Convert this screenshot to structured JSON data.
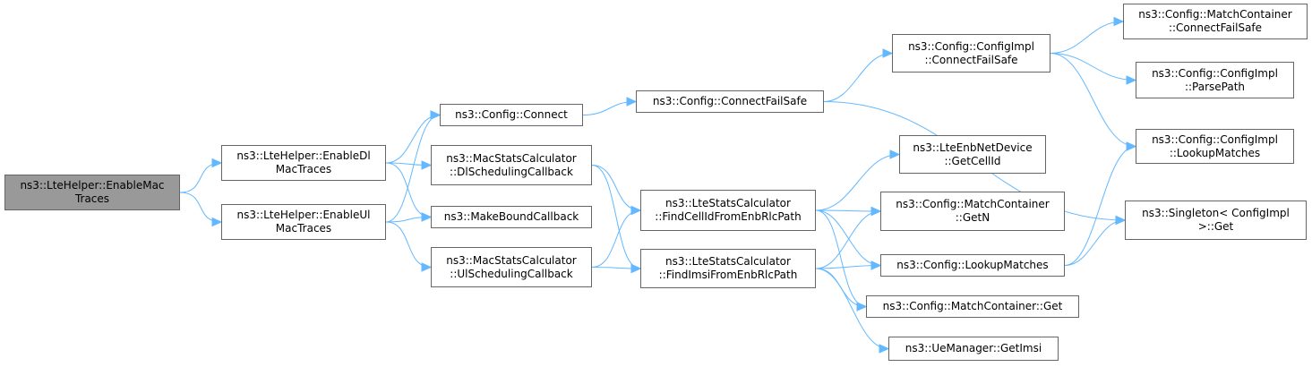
{
  "colors": {
    "edge": "#63b8ff",
    "border": "#666666",
    "root_fill": "#999999",
    "node_fill": "#ffffff"
  },
  "nodes": {
    "enable_mac_traces": {
      "lines": [
        "ns3::LteHelper::EnableMac",
        "Traces"
      ]
    },
    "enable_dl_mac_traces": {
      "lines": [
        "ns3::LteHelper::EnableDl",
        "MacTraces"
      ]
    },
    "enable_ul_mac_traces": {
      "lines": [
        "ns3::LteHelper::EnableUl",
        "MacTraces"
      ]
    },
    "config_connect": {
      "lines": [
        "ns3::Config::Connect"
      ]
    },
    "dl_scheduling_callback": {
      "lines": [
        "ns3::MacStatsCalculator",
        "::DlSchedulingCallback"
      ]
    },
    "make_bound_callback": {
      "lines": [
        "ns3::MakeBoundCallback"
      ]
    },
    "ul_scheduling_callback": {
      "lines": [
        "ns3::MacStatsCalculator",
        "::UlSchedulingCallback"
      ]
    },
    "config_connect_failsafe": {
      "lines": [
        "ns3::Config::ConnectFailSafe"
      ]
    },
    "find_cellid": {
      "lines": [
        "ns3::LteStatsCalculator",
        "::FindCellIdFromEnbRlcPath"
      ]
    },
    "find_imsi": {
      "lines": [
        "ns3::LteStatsCalculator",
        "::FindImsiFromEnbRlcPath"
      ]
    },
    "configimpl_connect_failsafe": {
      "lines": [
        "ns3::Config::ConfigImpl",
        "::ConnectFailSafe"
      ]
    },
    "enb_get_cellid": {
      "lines": [
        "ns3::LteEnbNetDevice",
        "::GetCellId"
      ]
    },
    "matchcontainer_getn": {
      "lines": [
        "ns3::Config::MatchContainer",
        "::GetN"
      ]
    },
    "config_lookup_matches": {
      "lines": [
        "ns3::Config::LookupMatches"
      ]
    },
    "matchcontainer_get": {
      "lines": [
        "ns3::Config::MatchContainer::Get"
      ]
    },
    "uemanager_getimsi": {
      "lines": [
        "ns3::UeManager::GetImsi"
      ]
    },
    "matchcontainer_connect_failsafe": {
      "lines": [
        "ns3::Config::MatchContainer",
        "::ConnectFailSafe"
      ]
    },
    "configimpl_parsepath": {
      "lines": [
        "ns3::Config::ConfigImpl",
        "::ParsePath"
      ]
    },
    "configimpl_lookup_matches": {
      "lines": [
        "ns3::Config::ConfigImpl",
        "::LookupMatches"
      ]
    },
    "singleton_get": {
      "lines": [
        "ns3::Singleton< ConfigImpl",
        ">::Get"
      ]
    }
  },
  "edges": [
    [
      "enable_mac_traces",
      "enable_dl_mac_traces"
    ],
    [
      "enable_mac_traces",
      "enable_ul_mac_traces"
    ],
    [
      "enable_dl_mac_traces",
      "config_connect"
    ],
    [
      "enable_dl_mac_traces",
      "dl_scheduling_callback"
    ],
    [
      "enable_dl_mac_traces",
      "make_bound_callback"
    ],
    [
      "enable_ul_mac_traces",
      "config_connect"
    ],
    [
      "enable_ul_mac_traces",
      "make_bound_callback"
    ],
    [
      "enable_ul_mac_traces",
      "ul_scheduling_callback"
    ],
    [
      "config_connect",
      "config_connect_failsafe"
    ],
    [
      "dl_scheduling_callback",
      "find_cellid"
    ],
    [
      "dl_scheduling_callback",
      "find_imsi"
    ],
    [
      "ul_scheduling_callback",
      "find_cellid"
    ],
    [
      "ul_scheduling_callback",
      "find_imsi"
    ],
    [
      "config_connect_failsafe",
      "configimpl_connect_failsafe"
    ],
    [
      "config_connect_failsafe",
      "singleton_get"
    ],
    [
      "configimpl_connect_failsafe",
      "matchcontainer_connect_failsafe"
    ],
    [
      "configimpl_connect_failsafe",
      "configimpl_parsepath"
    ],
    [
      "configimpl_connect_failsafe",
      "configimpl_lookup_matches"
    ],
    [
      "find_cellid",
      "enb_get_cellid"
    ],
    [
      "find_cellid",
      "matchcontainer_getn"
    ],
    [
      "find_cellid",
      "config_lookup_matches"
    ],
    [
      "find_cellid",
      "matchcontainer_get"
    ],
    [
      "find_imsi",
      "matchcontainer_getn"
    ],
    [
      "find_imsi",
      "config_lookup_matches"
    ],
    [
      "find_imsi",
      "matchcontainer_get"
    ],
    [
      "find_imsi",
      "uemanager_getimsi"
    ],
    [
      "config_lookup_matches",
      "configimpl_lookup_matches"
    ],
    [
      "config_lookup_matches",
      "singleton_get"
    ]
  ]
}
